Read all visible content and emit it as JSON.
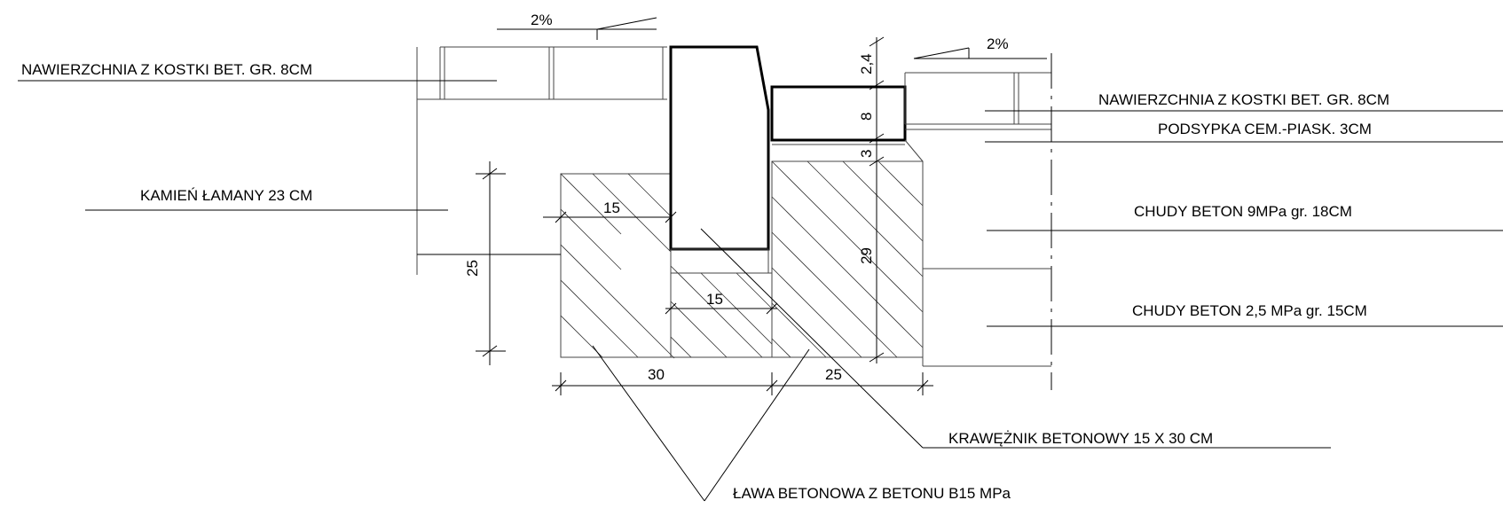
{
  "labels": {
    "left_surface": "NAWIERZCHNIA Z KOSTKI BET. GR. 8CM",
    "left_stone": "KAMIEŃ ŁAMANY  23 CM",
    "right_surface": "NAWIERZCHNIA Z KOSTKI BET. GR. 8CM",
    "right_bedding": "PODSYPKA CEM.-PIASK. 3CM",
    "right_lean_9": "CHUDY BETON 9MPa  gr. 18CM",
    "right_lean_25": "CHUDY BETON  2,5 MPa  gr. 15CM",
    "curb": "KRAWĘŻNIK BETONOWY 15 X 30 CM",
    "bench": "ŁAWA BETONOWA Z BETONU B15 MPa"
  },
  "slopes": {
    "left": "2%",
    "right": "2%"
  },
  "dimensions": {
    "d_2_4": "2,4",
    "d_8": "8",
    "d_3": "3",
    "d_29": "29",
    "d_25_vertical": "25",
    "d_15_top": "15",
    "d_15_bottom": "15",
    "d_30": "30",
    "d_25_bottom": "25"
  }
}
